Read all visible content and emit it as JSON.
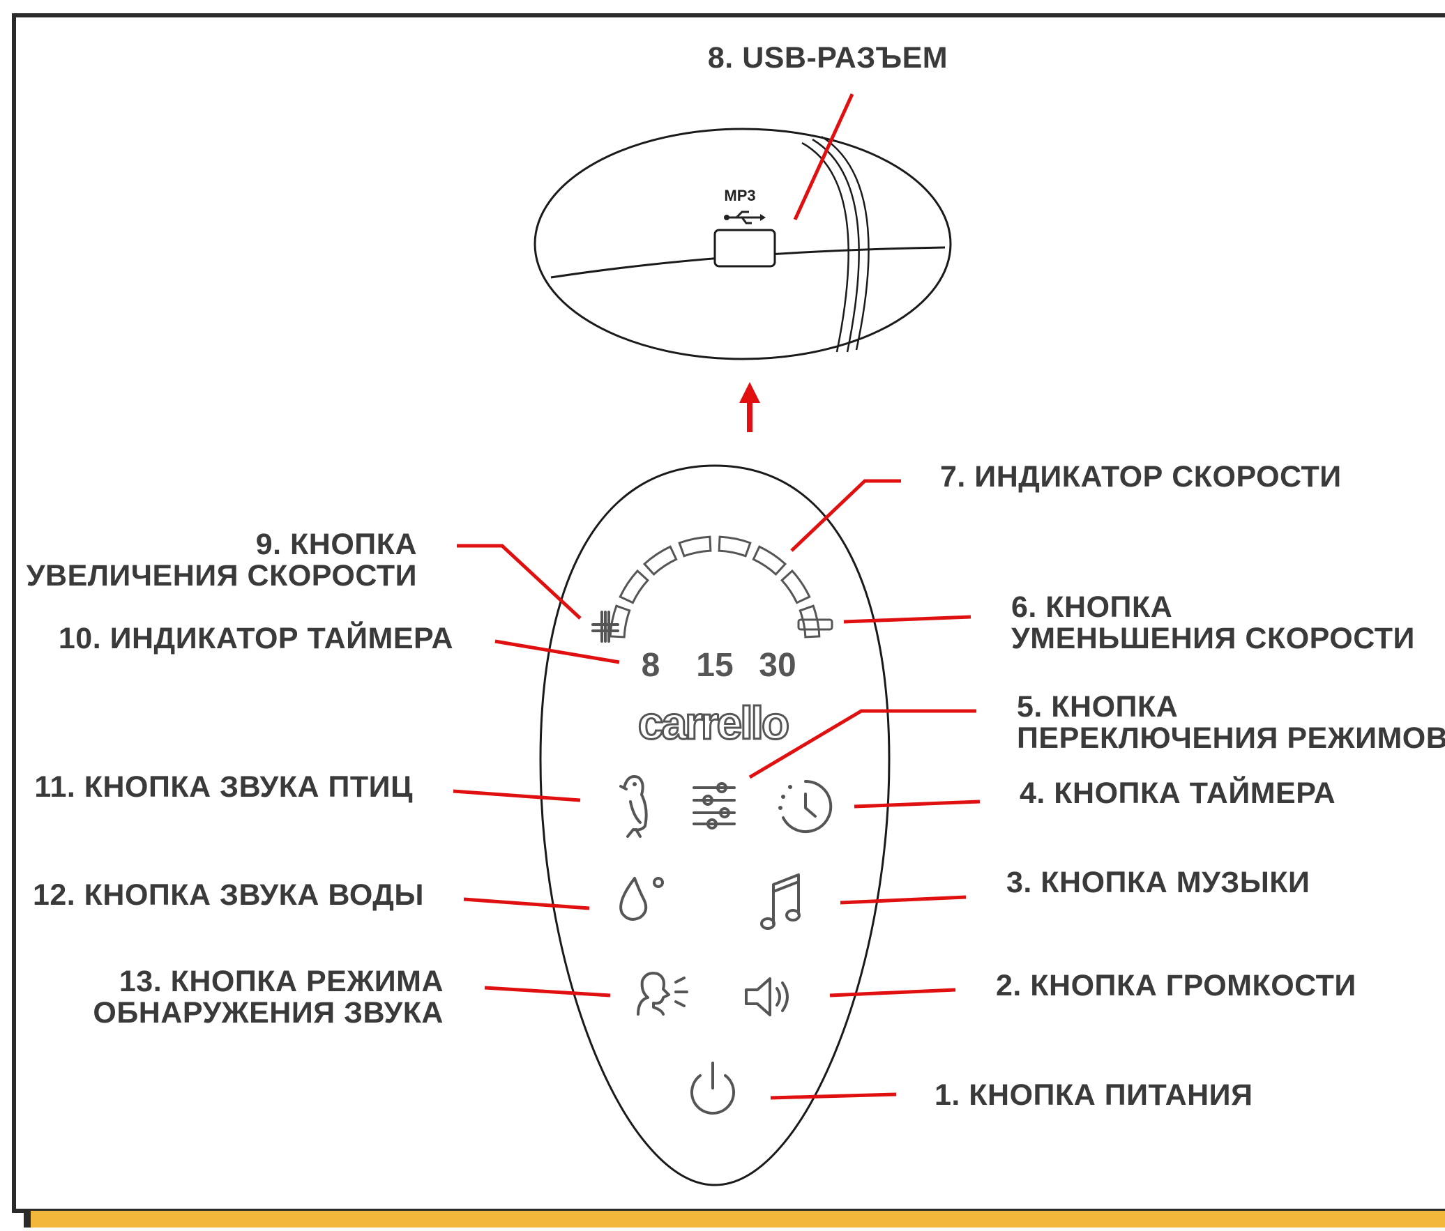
{
  "labels": {
    "usb": "8. USB-РАЗЪЕМ",
    "speed_indicator": "7. ИНДИКАТОР СКОРОСТИ",
    "speed_up_line1": "9. КНОПКА",
    "speed_up_line2": "УВЕЛИЧЕНИЯ СКОРОСТИ",
    "speed_down_line1": "6. КНОПКА",
    "speed_down_line2": "УМЕНЬШЕНИЯ СКОРОСТИ",
    "timer_indicator": "10. ИНДИКАТОР ТАЙМЕРА",
    "mode_line1": "5. КНОПКА",
    "mode_line2": "ПЕРЕКЛЮЧЕНИЯ РЕЖИМОВ",
    "birds": "11. КНОПКА ЗВУКА ПТИЦ",
    "timer_button": "4. КНОПКА ТАЙМЕРА",
    "water": "12. КНОПКА ЗВУКА ВОДЫ",
    "music": "3. КНОПКА МУЗЫКИ",
    "sound_detect_line1": "13. КНОПКА РЕЖИМА",
    "sound_detect_line2": "ОБНАРУЖЕНИЯ ЗВУКА",
    "volume": "2. КНОПКА ГРОМКОСТИ",
    "power": "1. КНОПКА ПИТАНИЯ"
  },
  "device": {
    "timer_values": [
      "8",
      "15",
      "30"
    ],
    "brand": "carrello",
    "usb_port_label": "MP3",
    "plus_symbol": "+",
    "minus_symbol": "−"
  },
  "icons": {
    "usb": "usb-icon",
    "plus": "plus-icon",
    "minus": "minus-icon",
    "bird": "bird-icon",
    "mode": "sliders-icon",
    "timer": "timer-icon",
    "water": "water-drop-icon",
    "music": "music-note-icon",
    "sound_detect": "voice-detect-icon",
    "volume": "speaker-icon",
    "power": "power-icon"
  },
  "colors": {
    "leader": "#e01010",
    "bottom_bar": "#f3b73b",
    "text": "#3a3a3a"
  }
}
